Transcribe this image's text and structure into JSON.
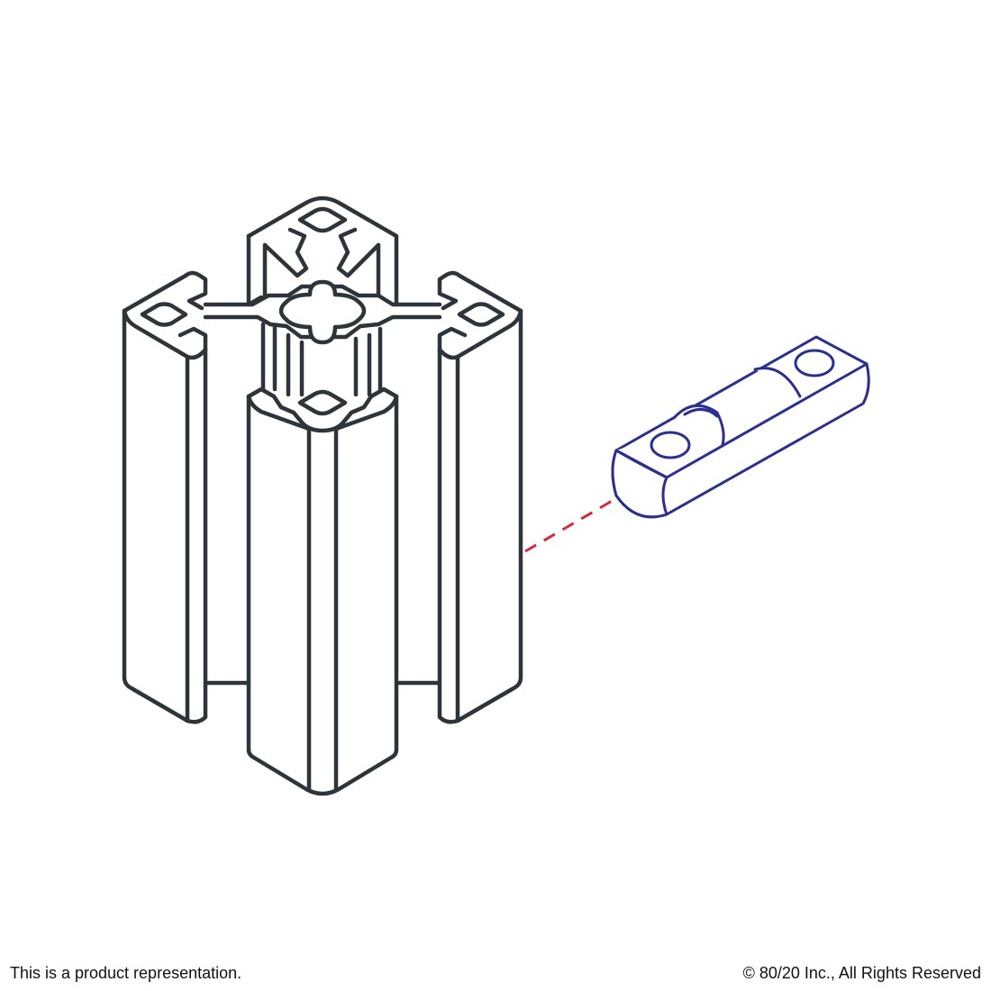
{
  "footer": {
    "disclaimer": "This is a product representation.",
    "copyright": "© 80/20 Inc., All Rights Reserved"
  },
  "colors": {
    "extrusion_outline": "#2d353b",
    "fastener_outline": "#2b2f8e",
    "leader_line": "#d42a3a",
    "background": "#ffffff"
  },
  "illustration": {
    "extrusion": "aluminum-t-slot-extrusion-four-slot",
    "fastener": "slotted-anchor-fastener",
    "leader": "dashed-insertion-line"
  }
}
